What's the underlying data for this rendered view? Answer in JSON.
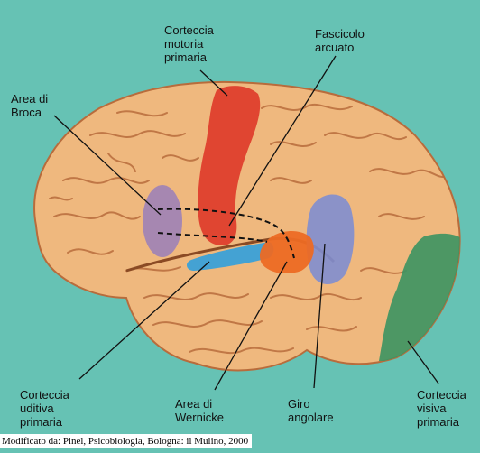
{
  "labels": {
    "motor_cortex": "Corteccia\nmotoria\nprimaria",
    "arcuate_fasciculus": "Fascicolo\narcuato",
    "broca": "Area di\nBroca",
    "auditory_cortex": "Corteccia\nuditiva\nprimaria",
    "wernicke": "Area di\nWernicke",
    "angular_gyrus": "Giro\nangolare",
    "visual_cortex": "Corteccia\nvisiva\nprimaria"
  },
  "credit": "Modificato da: Pinel, Psicobiologia, Bologna: il Mulino, 2000",
  "colors": {
    "background": "#66c2b4",
    "brain": "#efb87e",
    "sulci": "#b86c3c",
    "motor_cortex": "#de3b2a",
    "broca": "#9c80b8",
    "auditory_cortex": "#3aa0d8",
    "wernicke": "#ec6a24",
    "angular_gyrus": "#7f8ed0",
    "visual_cortex": "#3f9462"
  }
}
